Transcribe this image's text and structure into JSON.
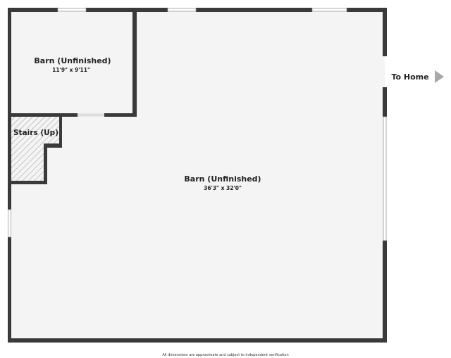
{
  "rooms": [
    {
      "name": "Barn (Unfinished)",
      "dimensions": "11'9\" x 9'11\""
    },
    {
      "name": "Barn (Unfinished)",
      "dimensions": "36'3\" x 32'0\""
    },
    {
      "name": "Stairs (Up)"
    }
  ],
  "exit_label": "To Home",
  "footer": "All dimensions are approximate and subject to independent verification",
  "colors": {
    "wall": "#3a3a3a",
    "floor": "#f4f4f4",
    "arrow": "#a8a8a8"
  }
}
